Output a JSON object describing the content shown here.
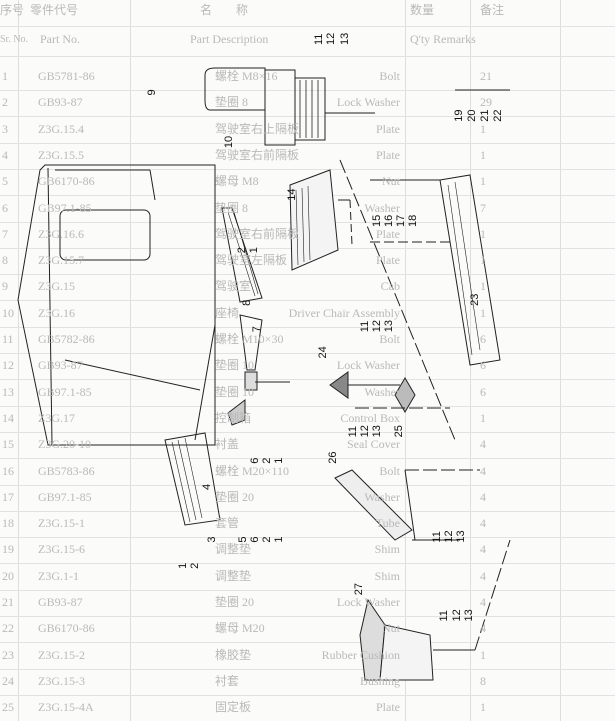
{
  "table_header": {
    "sr_cn": "序号",
    "part_no_cn": "零件代号",
    "name_cn": "名　　称",
    "qty_cn": "数量",
    "remarks_cn": "备注",
    "sr": "Sr. No.",
    "part_no": "Part No.",
    "description": "Part Description",
    "qty_remarks": "Q'ty Remarks"
  },
  "table_rows": [
    {
      "sr": "1",
      "part_no": "GB5781-86",
      "name_cn": "螺栓 M8×16",
      "desc": "Bolt",
      "qty": "21"
    },
    {
      "sr": "2",
      "part_no": "GB93-87",
      "name_cn": "垫圈 8",
      "desc": "Lock Washer",
      "qty": "29"
    },
    {
      "sr": "3",
      "part_no": "Z3G.15.4",
      "name_cn": "驾驶室右上隔板",
      "desc": "Plate",
      "qty": "1"
    },
    {
      "sr": "4",
      "part_no": "Z3G.15.5",
      "name_cn": "驾驶室右前隔板",
      "desc": "Plate",
      "qty": "1"
    },
    {
      "sr": "5",
      "part_no": "GB6170-86",
      "name_cn": "螺母 M8",
      "desc": "Nut",
      "qty": "1"
    },
    {
      "sr": "6",
      "part_no": "GB97.1-85",
      "name_cn": "垫圈 8",
      "desc": "Washer",
      "qty": "7"
    },
    {
      "sr": "7",
      "part_no": "Z3G.16.6",
      "name_cn": "驾驶室右前隔板",
      "desc": "Plate",
      "qty": "1"
    },
    {
      "sr": "8",
      "part_no": "Z3G.15.7",
      "name_cn": "驾驶室左隔板",
      "desc": "Plate",
      "qty": "1"
    },
    {
      "sr": "9",
      "part_no": "Z3G.15",
      "name_cn": "驾驶室",
      "desc": "Cab",
      "qty": "1"
    },
    {
      "sr": "10",
      "part_no": "Z3G.16",
      "name_cn": "座椅",
      "desc": "Driver Chair Assembly",
      "qty": "1"
    },
    {
      "sr": "11",
      "part_no": "GB5782-86",
      "name_cn": "螺栓 M10×30",
      "desc": "Bolt",
      "qty": "6"
    },
    {
      "sr": "12",
      "part_no": "GB93-87",
      "name_cn": "垫圈 10",
      "desc": "Lock Washer",
      "qty": "6"
    },
    {
      "sr": "13",
      "part_no": "GB97.1-85",
      "name_cn": "垫圈 10",
      "desc": "Washer",
      "qty": "6"
    },
    {
      "sr": "14",
      "part_no": "Z3G.17",
      "name_cn": "控制箱",
      "desc": "Control Box",
      "qty": "1"
    },
    {
      "sr": "15",
      "part_no": "Z3G.20-10",
      "name_cn": "衬盖",
      "desc": "Seal Cover",
      "qty": "4"
    },
    {
      "sr": "16",
      "part_no": "GB5783-86",
      "name_cn": "螺栓 M20×110",
      "desc": "Bolt",
      "qty": "4"
    },
    {
      "sr": "17",
      "part_no": "GB97.1-85",
      "name_cn": "垫圈 20",
      "desc": "Washer",
      "qty": "4"
    },
    {
      "sr": "18",
      "part_no": "Z3G.15-1",
      "name_cn": "套管",
      "desc": "Tube",
      "qty": "4"
    },
    {
      "sr": "19",
      "part_no": "Z3G.15-6",
      "name_cn": "调整垫",
      "desc": "Shim",
      "qty": "4"
    },
    {
      "sr": "20",
      "part_no": "Z3G.1-1",
      "name_cn": "调整垫",
      "desc": "Shim",
      "qty": "4"
    },
    {
      "sr": "21",
      "part_no": "GB93-87",
      "name_cn": "垫圈 20",
      "desc": "Lock Washer",
      "qty": "4"
    },
    {
      "sr": "22",
      "part_no": "GB6170-86",
      "name_cn": "螺母 M20",
      "desc": "Nut",
      "qty": "4"
    },
    {
      "sr": "23",
      "part_no": "Z3G.15-2",
      "name_cn": "橡胶垫",
      "desc": "Rubber Cushion",
      "qty": "1"
    },
    {
      "sr": "24",
      "part_no": "Z3G.15-3",
      "name_cn": "衬套",
      "desc": "Bushing",
      "qty": "8"
    },
    {
      "sr": "25",
      "part_no": "Z3G.15-4A",
      "name_cn": "固定板",
      "desc": "Plate",
      "qty": "1"
    }
  ],
  "callouts": {
    "c10": "10",
    "c9": "9",
    "c14": "14",
    "c8": "8",
    "c7": "7",
    "c24": "24",
    "c23": "23",
    "c25": "25",
    "c26": "26",
    "c27": "27",
    "c4": "4",
    "c3": "3",
    "c15": "15",
    "c16": "16",
    "c17": "17",
    "c18": "18",
    "c19": "19",
    "c20": "20",
    "c21": "21",
    "c22": "22",
    "c11": "11",
    "c12": "12",
    "c13": "13",
    "c1": "1",
    "c2": "2",
    "c5": "5",
    "c6": "6"
  }
}
